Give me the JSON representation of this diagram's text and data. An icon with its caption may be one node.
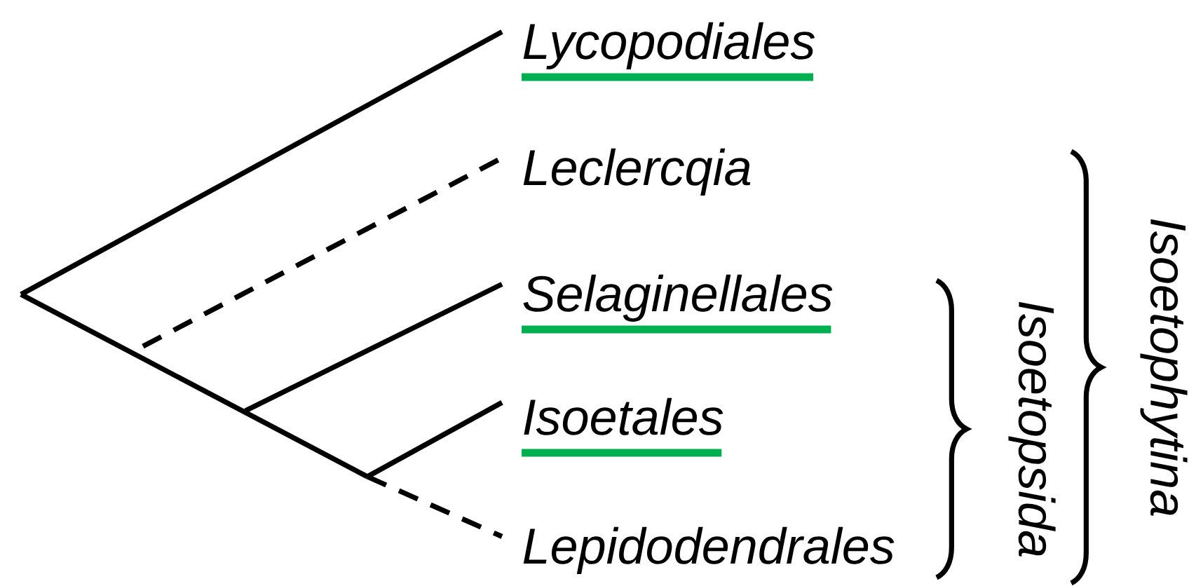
{
  "diagram": {
    "nodes": [
      {
        "text": [
          "Lycopodiales"
        ]
      },
      {
        "text": [
          "Leclercqia"
        ]
      },
      {
        "text": [
          "Selaginellales"
        ]
      },
      {
        "text": [
          "Isoetales"
        ]
      },
      {
        "text": [
          "Lepidodendrales"
        ]
      }
    ],
    "edges": [
      {
        "from": null,
        "to": 0,
        "arrow": "none"
      },
      {
        "from": null,
        "to": 1,
        "arrow": "none",
        "style": "dashed"
      },
      {
        "from": null,
        "to": 2,
        "arrow": "none"
      },
      {
        "from": null,
        "to": 3,
        "arrow": "none"
      },
      {
        "from": null,
        "to": 4,
        "arrow": "none",
        "style": "dashed"
      }
    ],
    "labels": [
      "Isoetopsida",
      "Isoetophytina"
    ]
  }
}
